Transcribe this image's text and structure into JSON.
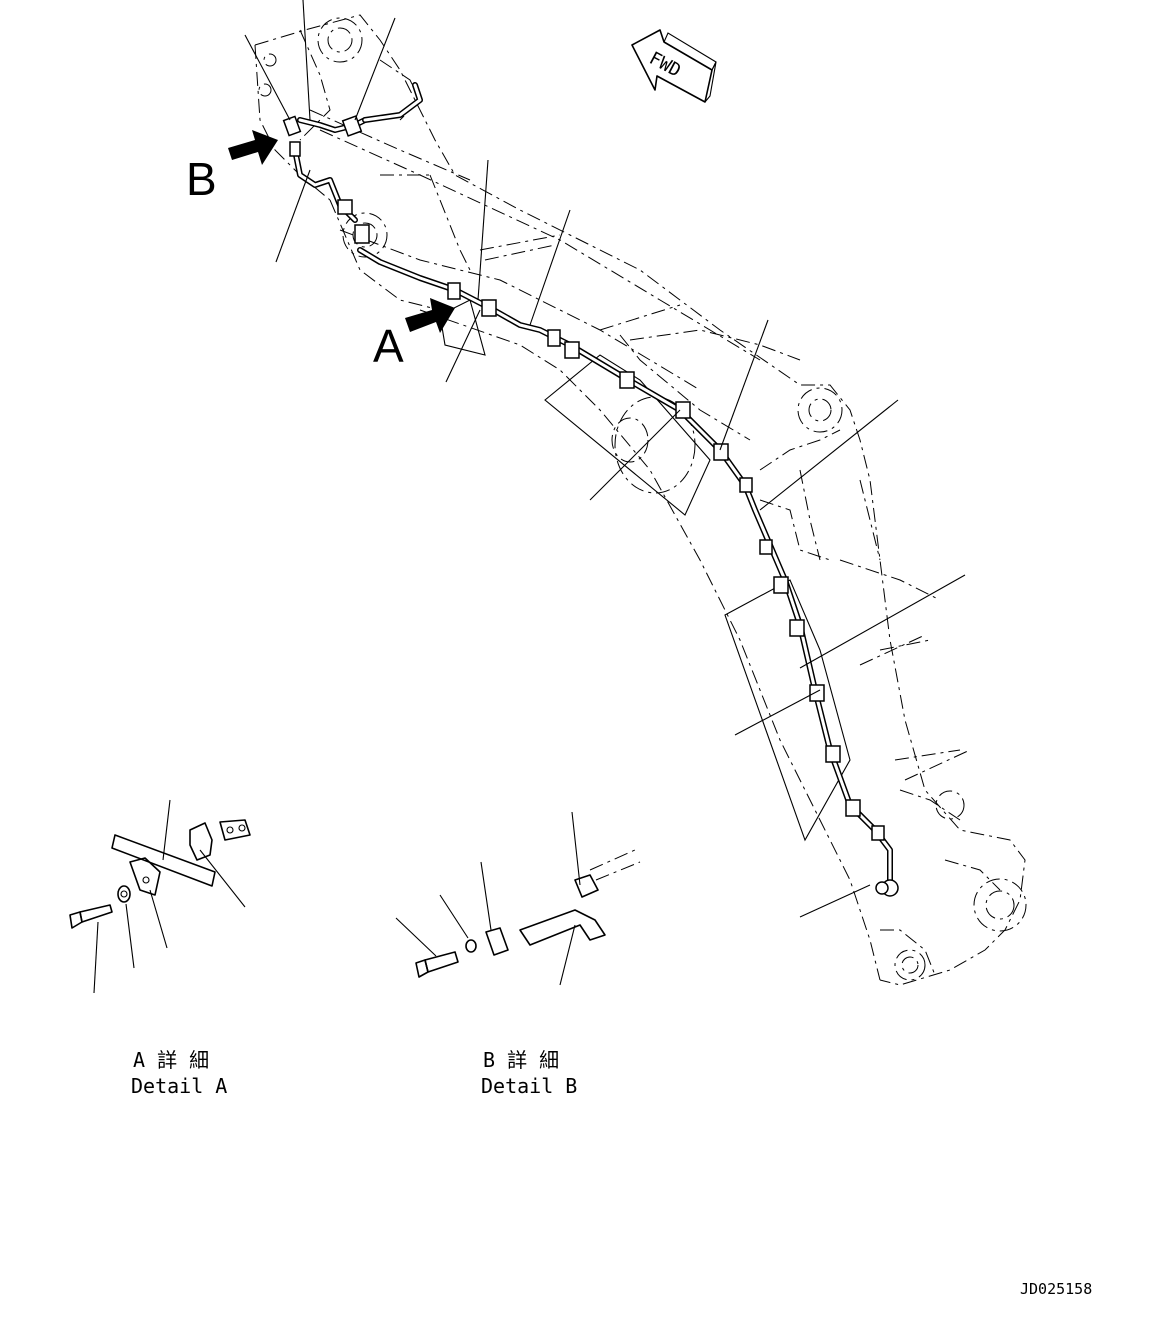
{
  "drawing": {
    "fwd_label": "FWD",
    "view_marker_a": "A",
    "view_marker_b": "B",
    "detail_a_jp": "A 詳 細",
    "detail_a_en": "Detail A",
    "detail_b_jp": "B 詳 細",
    "detail_b_en": "Detail B",
    "drawing_number": "JD025158"
  }
}
